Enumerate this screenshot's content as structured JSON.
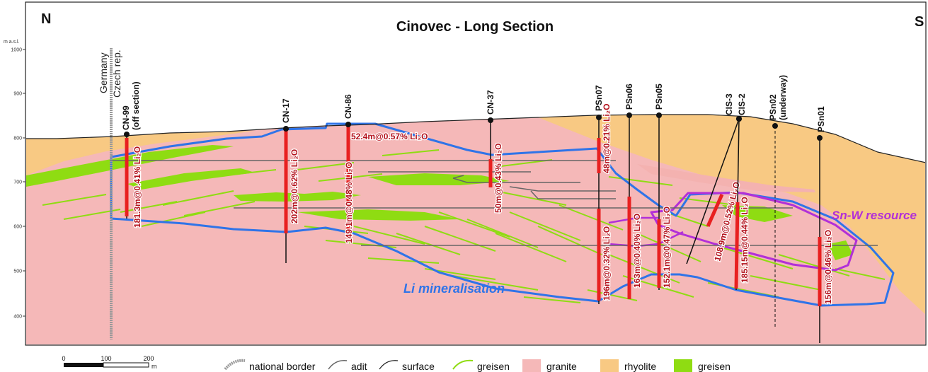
{
  "title": "Cinovec - Long Section",
  "directions": {
    "north": "N",
    "south": "S"
  },
  "axis": {
    "unit_label": "m a.s.l.",
    "ticks": [
      "1000",
      "900",
      "800",
      "700",
      "600",
      "500",
      "400"
    ]
  },
  "border": {
    "germany": "Germany",
    "czech": "Czech rep."
  },
  "holes": [
    {
      "name": "CN-99",
      "note": "(off section)",
      "intercept": "181.3m@0.41% Li₂O"
    },
    {
      "name": "CN-17",
      "intercept": "202m@0.62% Li₂O"
    },
    {
      "name": "CN-86",
      "intercept_top": "52.4m@0.57% Li₂O",
      "intercept": "149.1m@0.48% Li₂O"
    },
    {
      "name": "CN-37",
      "intercept": "50m@0.43% Li₂O"
    },
    {
      "name": "PSn07",
      "intercept_top": "48m@0.21% Li₂O",
      "intercept": "196m@0.32% Li₂O"
    },
    {
      "name": "PSn06",
      "intercept": "163m@0.40% Li₂O"
    },
    {
      "name": "PSn05",
      "intercept": "152.1m@0.47% Li₂O"
    },
    {
      "name": "CIS-3",
      "intercept": "108.9m@0.52% Li₂O"
    },
    {
      "name": "CIS-2",
      "intercept": "185.15m@0.44% Li₂O"
    },
    {
      "name": "PSn02",
      "note": "(underway)"
    },
    {
      "name": "PSn01",
      "intercept": "156m@0.46% Li₂O"
    }
  ],
  "zones": {
    "li": "Li mineralisation",
    "snw": "Sn-W resource"
  },
  "scale": {
    "labels": [
      "0",
      "100",
      "200"
    ],
    "unit": "m"
  },
  "legend": {
    "national_border": "national border",
    "adit": "adit",
    "surface": "surface",
    "greisen_line": "greisen",
    "granite": "granite",
    "rhyolite": "rhyolite",
    "greisen_fill": "greisen"
  },
  "colors": {
    "granite": "#f5b8b8",
    "rhyolite": "#f8c983",
    "greisen": "#8fdc12",
    "li_outline": "#2f74e8",
    "snw_outline": "#b22fd8",
    "intercept": "#e82020",
    "label_red": "#b3101b"
  }
}
